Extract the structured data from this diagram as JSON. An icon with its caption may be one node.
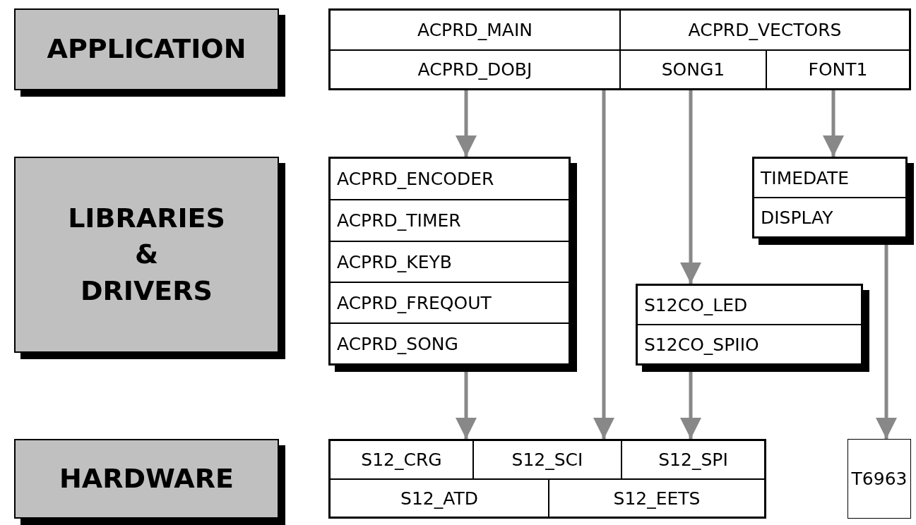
{
  "diagram": {
    "nodes": [
      {
        "text": [
          "APPLICATION"
        ]
      },
      {
        "text": [],
        "shape": "box"
      },
      {
        "text": [
          "ACPRD_MAIN"
        ],
        "in": 1
      },
      {
        "text": [
          "ACPRD_VECTORS"
        ],
        "in": 1
      },
      {
        "text": [
          "ACPRD_DOBJ"
        ],
        "in": 1
      },
      {
        "text": [
          "SONG1"
        ],
        "in": 1
      },
      {
        "text": [
          "FONT1"
        ],
        "in": 1
      },
      {
        "text": [
          "LIBRARIES & DRIVERS"
        ]
      },
      {
        "text": [],
        "shape": "box"
      },
      {
        "text": [
          "ACPRD_ENCODER"
        ],
        "in": 8
      },
      {
        "text": [
          "ACPRD_TIMER"
        ],
        "in": 8
      },
      {
        "text": [
          "ACPRD_KEYB"
        ],
        "in": 8
      },
      {
        "text": [
          "ACPRD_FREQOUT"
        ],
        "in": 8
      },
      {
        "text": [
          "ACPRD_SONG"
        ],
        "in": 8
      },
      {
        "text": [],
        "shape": "box"
      },
      {
        "text": [
          "TIMEDATE"
        ],
        "in": 14
      },
      {
        "text": [
          "DISPLAY"
        ],
        "in": 14
      },
      {
        "text": [],
        "shape": "box"
      },
      {
        "text": [
          "S12CO_LED"
        ],
        "in": 17
      },
      {
        "text": [
          "S12CO_SPIIO"
        ],
        "in": 17
      },
      {
        "text": [
          "HARDWARE"
        ]
      },
      {
        "text": [],
        "shape": "box"
      },
      {
        "text": [
          "S12_CRG"
        ],
        "in": 21
      },
      {
        "text": [
          "S12_SCI"
        ],
        "in": 21
      },
      {
        "text": [
          "S12_SPI"
        ],
        "in": 21
      },
      {
        "text": [
          "S12_ATD"
        ],
        "in": 21
      },
      {
        "text": [
          "S12_EETS"
        ],
        "in": 21
      },
      {
        "text": [
          "T6963"
        ]
      }
    ],
    "edges": [
      {
        "from": 1,
        "to": 8,
        "arrow": "to"
      },
      {
        "from": 1,
        "to": 21,
        "arrow": "to"
      },
      {
        "from": 1,
        "to": 17,
        "arrow": "to"
      },
      {
        "from": 1,
        "to": 14,
        "arrow": "to"
      },
      {
        "from": 8,
        "to": 21,
        "arrow": "to"
      },
      {
        "from": 17,
        "to": 21,
        "arrow": "to"
      },
      {
        "from": 14,
        "to": 27,
        "arrow": "to"
      }
    ]
  }
}
